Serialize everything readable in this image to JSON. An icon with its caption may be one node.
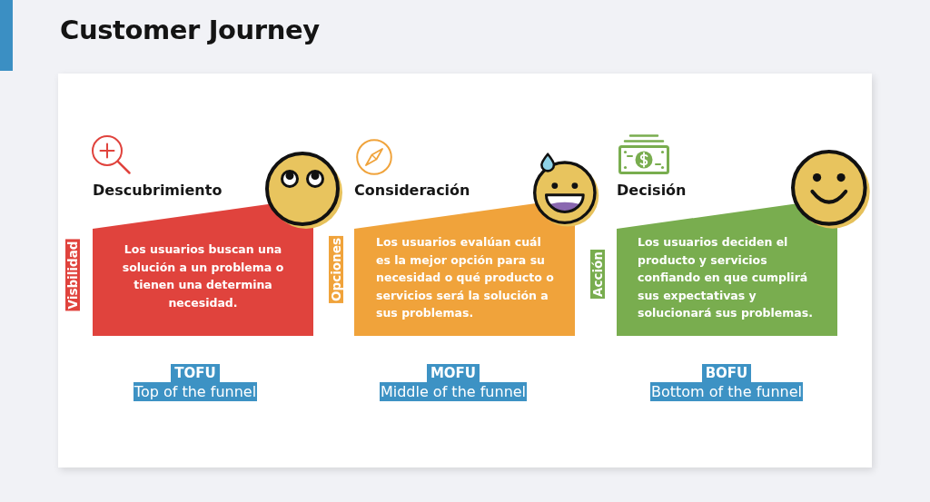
{
  "diagram": {
    "title": "Customer Journey",
    "nodes": [
      {
        "text": [
          "Descubrimiento",
          "Los usuarios buscan una solución a un problema o tienen una determina necesidad."
        ],
        "beside": [
          "Visbilidad",
          "TOFU",
          "Top of the funnel"
        ]
      },
      {
        "text": [
          "Consideración",
          "Los usuarios evalúan cuál es la mejor opción para su necesidad o qué producto o servicios será la solución a sus problemas."
        ],
        "beside": [
          "Opciones",
          "MOFU",
          "Middle of the funnel"
        ]
      },
      {
        "text": [
          "Decisión",
          "Los usuarios deciden el producto y servicios confiando en que cumplirá sus expectativas y solucionará sus problemas."
        ],
        "beside": [
          "Acción",
          "BOFU",
          "Bottom of the funnel"
        ]
      }
    ]
  }
}
